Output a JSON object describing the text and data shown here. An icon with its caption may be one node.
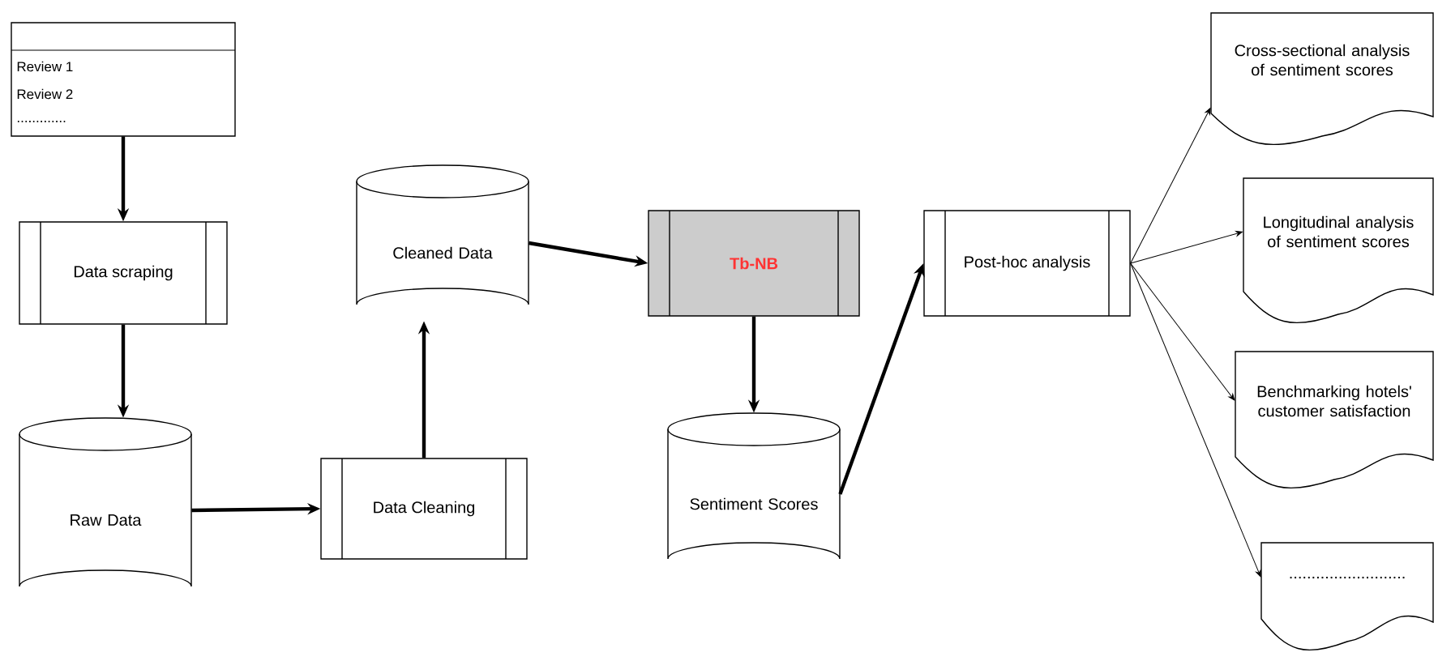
{
  "diagram": {
    "nodes": [
      {
        "text": [
          "Review 1",
          "Review 2",
          "............."
        ]
      },
      {
        "text": [
          "Data scraping"
        ]
      },
      {
        "text": [
          "Raw Data"
        ]
      },
      {
        "text": [
          "Data Cleaning"
        ]
      },
      {
        "text": [
          "Cleaned Data"
        ]
      },
      {
        "text": [
          "Tb-NB"
        ]
      },
      {
        "text": [
          "Sentiment Scores"
        ]
      },
      {
        "text": [
          "Post-hoc analysis"
        ]
      },
      {
        "text": [
          "Cross-sectional analysis of sentiment scores"
        ]
      },
      {
        "text": [
          "Longitudinal analysis of sentiment scores"
        ]
      },
      {
        "text": [
          "Benchmarking hotels' customer satisfaction"
        ]
      },
      {
        "text": [
          ".........................."
        ]
      }
    ],
    "edges": [
      {
        "from": 0,
        "to": 1,
        "arrow": "to"
      },
      {
        "from": 1,
        "to": 2,
        "arrow": "to"
      },
      {
        "from": 2,
        "to": 3,
        "arrow": "to"
      },
      {
        "from": 3,
        "to": 4,
        "arrow": "to"
      },
      {
        "from": 4,
        "to": 5,
        "arrow": "to"
      },
      {
        "from": 5,
        "to": 6,
        "arrow": "to"
      },
      {
        "from": 6,
        "to": 7,
        "arrow": "to"
      },
      {
        "from": 7,
        "to": 8,
        "arrow": "to"
      },
      {
        "from": 7,
        "to": 9,
        "arrow": "to"
      },
      {
        "from": 7,
        "to": 10,
        "arrow": "to"
      },
      {
        "from": 7,
        "to": 11,
        "arrow": "to"
      }
    ]
  }
}
